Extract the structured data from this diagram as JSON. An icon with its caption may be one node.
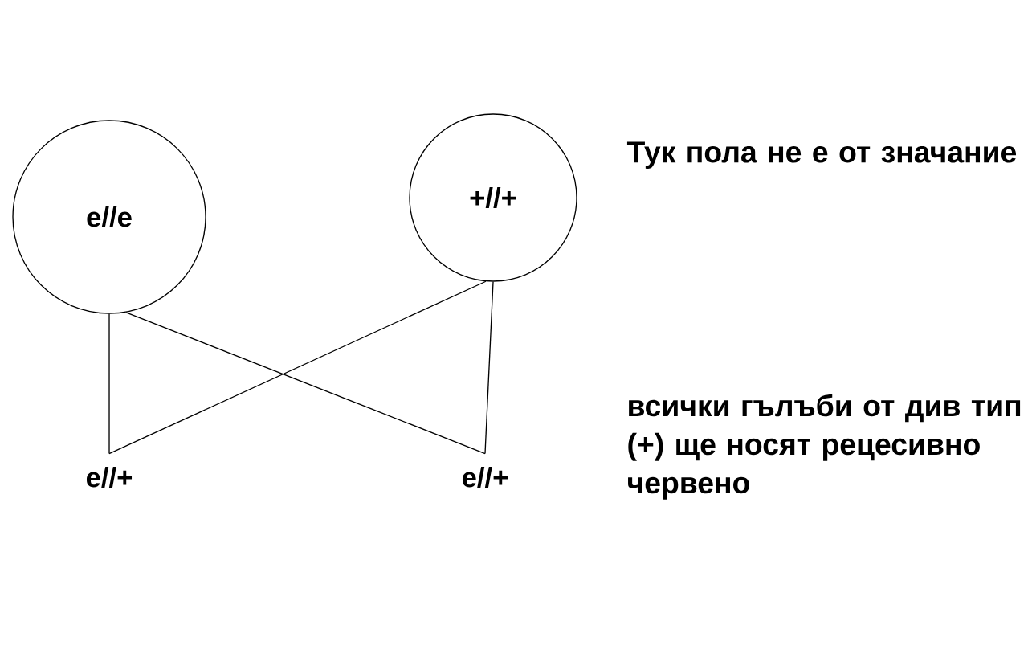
{
  "diagram": {
    "nodes": [
      {
        "text": [
          "e//e"
        ]
      },
      {
        "text": [
          "+//+"
        ]
      },
      {
        "text": [
          "e//+"
        ]
      },
      {
        "text": [
          "e//+"
        ]
      }
    ],
    "edges": [
      {
        "from": 0,
        "to": 2,
        "arrow": "none"
      },
      {
        "from": 0,
        "to": 3,
        "arrow": "none"
      },
      {
        "from": 1,
        "to": 2,
        "arrow": "none"
      },
      {
        "from": 1,
        "to": 3,
        "arrow": "none"
      }
    ],
    "labels": [
      "Тук пола не е от значание",
      "всички гълъби от див тип (+) ще носят рецесивно червено"
    ]
  }
}
